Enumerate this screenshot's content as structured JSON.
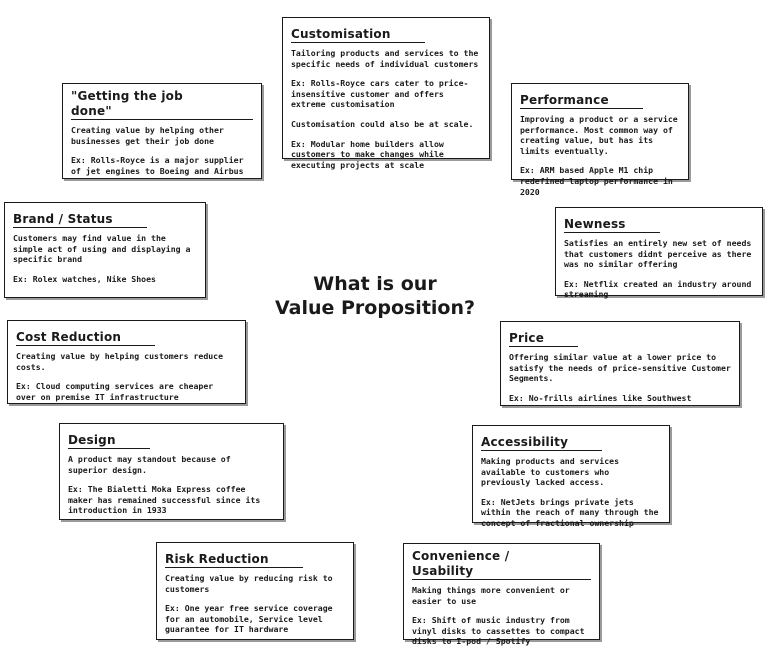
{
  "title": {
    "line1": "What is our",
    "line2": "Value Proposition?"
  },
  "boxes": {
    "customisation": {
      "heading": "Customisation",
      "paragraphs": [
        "Tailoring products and services to the specific needs of individual customers",
        "Ex: Rolls-Royce cars cater to price-insensitive customer and offers extreme customisation",
        "Customisation could also be at scale.",
        "Ex: Modular home builders allow customers to make changes while executing projects at scale"
      ]
    },
    "getting_job_done": {
      "heading": "\"Getting the job done\"",
      "paragraphs": [
        "Creating value by helping other businesses get their job done",
        "Ex: Rolls-Royce is a major supplier of jet engines to Boeing and Airbus"
      ]
    },
    "performance": {
      "heading": "Performance",
      "paragraphs": [
        "Improving a product or a service performance. Most common way of creating value, but has its limits eventually.",
        "Ex: ARM based Apple M1 chip redefined laptop performance in 2020"
      ]
    },
    "brand_status": {
      "heading": "Brand / Status",
      "paragraphs": [
        "Customers may find value in the simple act of using and displaying a specific brand",
        "Ex: Rolex watches, Nike Shoes"
      ]
    },
    "newness": {
      "heading": "Newness",
      "paragraphs": [
        "Satisfies an entirely new set of needs that customers didnt perceive as there was no similar offering",
        "Ex: Netflix created an industry around streaming"
      ]
    },
    "cost_reduction": {
      "heading": "Cost Reduction",
      "paragraphs": [
        "Creating value by helping customers reduce costs.",
        "Ex: Cloud computing services are cheaper over on premise IT infrastructure"
      ]
    },
    "price": {
      "heading": "Price",
      "paragraphs": [
        "Offering similar value at a lower price to satisfy the needs of price-sensitive Customer Segments.",
        "Ex: No-frills airlines like Southwest"
      ]
    },
    "design": {
      "heading": "Design",
      "paragraphs": [
        "A product may standout because of superior design.",
        "Ex: The Bialetti Moka Express coffee maker has remained successful since its introduction in 1933"
      ]
    },
    "accessibility": {
      "heading": "Accessibility",
      "paragraphs": [
        "Making products and services available to customers who previously lacked access.",
        "Ex: NetJets brings private jets within the reach of many through the concept of fractional ownership"
      ]
    },
    "risk_reduction": {
      "heading": "Risk Reduction",
      "paragraphs": [
        "Creating value by reducing risk to customers",
        "Ex: One year free service coverage for an automobile, Service level guarantee for IT hardware"
      ]
    },
    "convenience": {
      "heading": "Convenience / Usability",
      "paragraphs": [
        "Making things more convenient or easier to use",
        "Ex: Shift of music industry from vinyl disks to cassettes to compact disks to I-pod / Spotify"
      ]
    }
  }
}
